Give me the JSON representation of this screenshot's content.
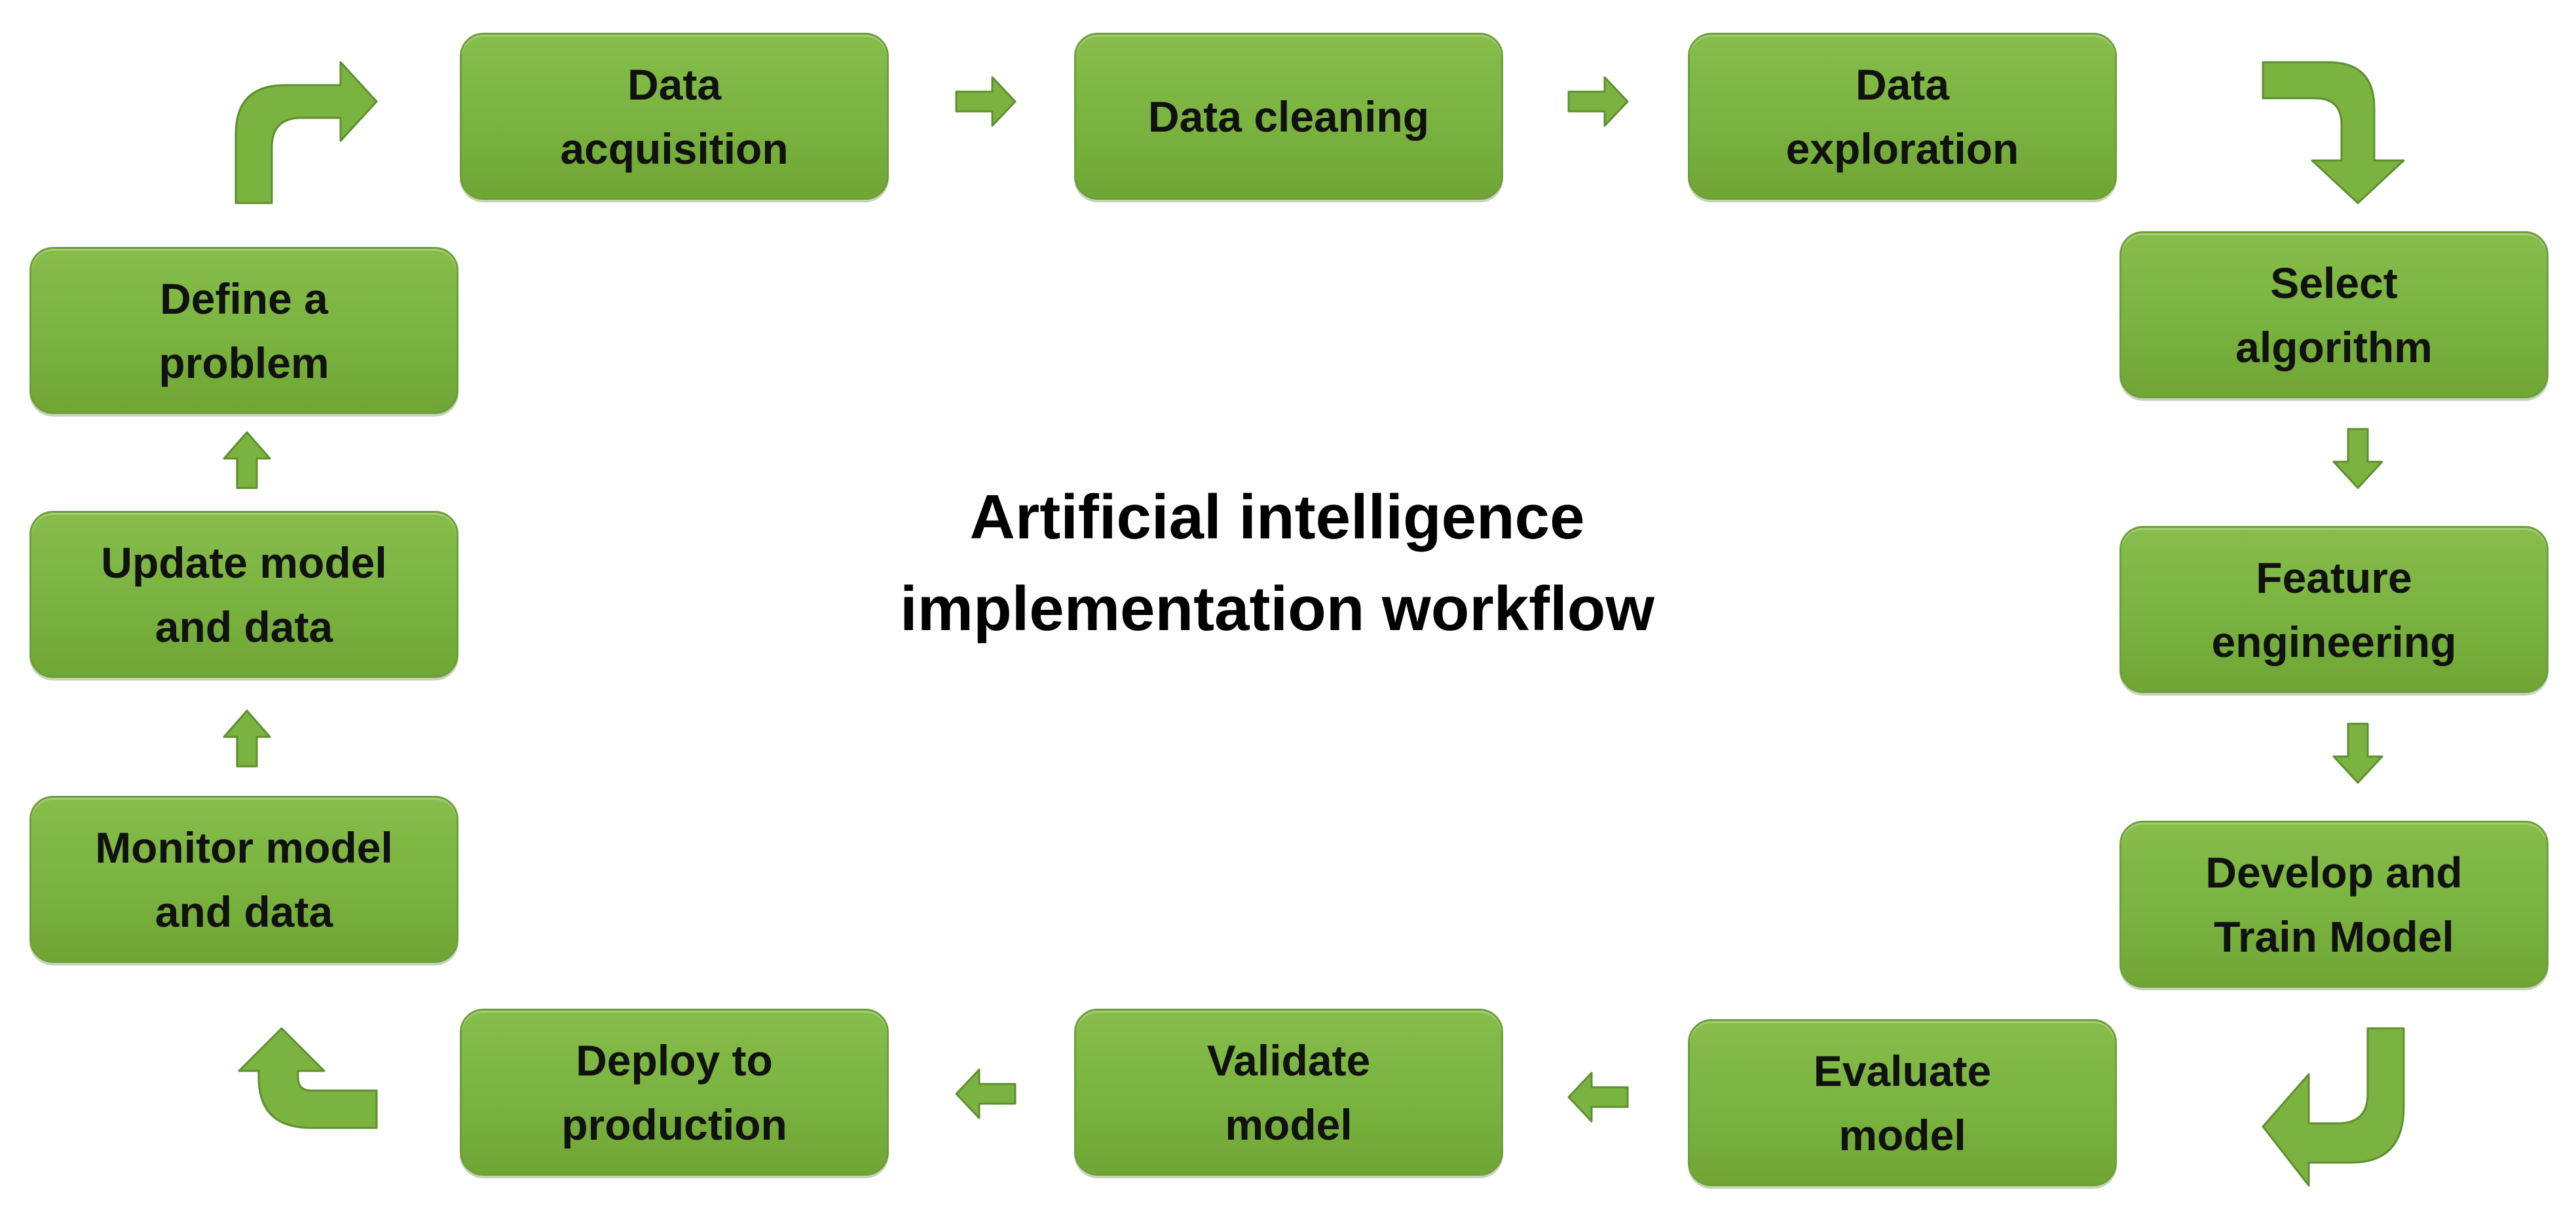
{
  "title": "Artificial intelligence\nimplementation workflow",
  "steps": [
    {
      "id": "define-problem",
      "label": "Define a\nproblem"
    },
    {
      "id": "data-acquisition",
      "label": "Data\nacquisition"
    },
    {
      "id": "data-cleaning",
      "label": "Data cleaning"
    },
    {
      "id": "data-exploration",
      "label": "Data\nexploration"
    },
    {
      "id": "select-algorithm",
      "label": "Select\nalgorithm"
    },
    {
      "id": "feature-engineering",
      "label": "Feature\nengineering"
    },
    {
      "id": "develop-train-model",
      "label": "Develop and\nTrain Model"
    },
    {
      "id": "evaluate-model",
      "label": "Evaluate\nmodel"
    },
    {
      "id": "validate-model",
      "label": "Validate\nmodel"
    },
    {
      "id": "deploy-production",
      "label": "Deploy to\nproduction"
    },
    {
      "id": "monitor-model",
      "label": "Monitor model\nand data"
    },
    {
      "id": "update-model",
      "label": "Update model\nand data"
    }
  ],
  "colors": {
    "box_fill": "#7ab340",
    "arrow_fill": "#7ab340",
    "text": "#111111"
  }
}
